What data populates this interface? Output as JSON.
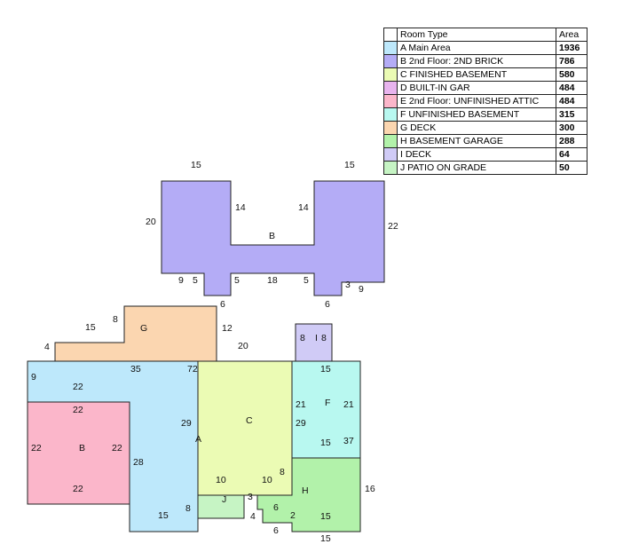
{
  "legend": {
    "headers": {
      "type": "Room Type",
      "area": "Area"
    },
    "rows": [
      {
        "label": "A Main Area",
        "area": "1936",
        "color": "#bde8fb"
      },
      {
        "label": "B 2nd Floor: 2ND BRICK",
        "area": "786",
        "color": "#b4acf6"
      },
      {
        "label": "C FINISHED BASEMENT",
        "area": "580",
        "color": "#ebfbb4"
      },
      {
        "label": "D BUILT-IN GAR",
        "area": "484",
        "color": "#e8b4ee"
      },
      {
        "label": "E 2nd Floor: UNFINISHED ATTIC",
        "area": "484",
        "color": "#fbb6ca"
      },
      {
        "label": "F UNFINISHED BASEMENT",
        "area": "315",
        "color": "#b8f8f0"
      },
      {
        "label": "G DECK",
        "area": "300",
        "color": "#fbd6b0"
      },
      {
        "label": "H BASEMENT GARAGE",
        "area": "288",
        "color": "#b2f2aa"
      },
      {
        "label": "I DECK",
        "area": "64",
        "color": "#d0cbf6"
      },
      {
        "label": "J PATIO ON GRADE",
        "area": "50",
        "color": "#c6f4c4"
      }
    ]
  },
  "sketch": {
    "room_labels": {
      "A": "A",
      "B_top": "B",
      "B_left": "B",
      "C": "C",
      "F": "F",
      "G": "G",
      "H": "H",
      "I": "I",
      "J": "J"
    },
    "dims": {
      "b_top_left": "15",
      "b_top_right": "15",
      "b_left": "20",
      "b_right": "22",
      "b_notch_left": "14",
      "b_notch_right": "14",
      "b_mid": "18",
      "b_lo_9": "9",
      "b_lo_5a": "5",
      "b_lo_5b": "5",
      "b_lo_5c": "5",
      "b_lo_6a": "6",
      "b_lo_3": "3",
      "b_lo_9b": "9",
      "b_lo_6b": "6",
      "g_8": "8",
      "g_15": "15",
      "g_4": "4",
      "g_12": "12",
      "g_20": "20",
      "i_8a": "8",
      "i_8b": "8",
      "a_9": "9",
      "a_22": "22",
      "a_35": "35",
      "a_72": "72",
      "e_top": "22",
      "e_left": "22",
      "e_right": "22",
      "e_bottom": "22",
      "a_28": "28",
      "a_29": "29",
      "a_15": "15",
      "a_8": "8",
      "c_29": "29",
      "c_10a": "10",
      "c_10b": "10",
      "c_8": "8",
      "f_15": "15",
      "f_21a": "21",
      "f_21b": "21",
      "f_15b": "15",
      "f_37": "37",
      "j_3": "3",
      "h_6a": "6",
      "h_4": "4",
      "h_2": "2",
      "h_15": "15",
      "h_16": "16",
      "h_6b": "6",
      "h_15b": "15"
    }
  }
}
